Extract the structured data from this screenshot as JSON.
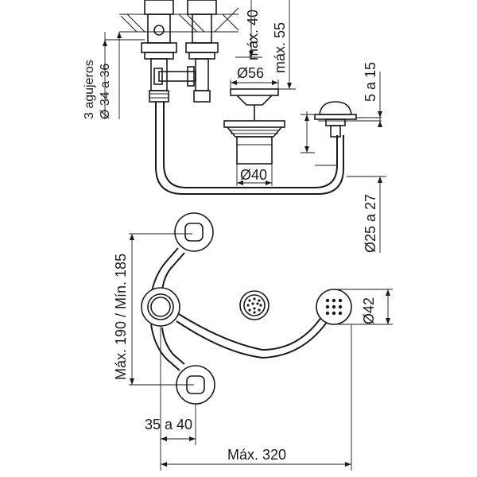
{
  "labels": {
    "holes_title": "3 agujeros",
    "holes_diameter": "Ø 34 a 36",
    "max_40": "máx. 40",
    "max_55": "máx. 55",
    "d56": "Ø56",
    "d40": "Ø40",
    "range_5_15": "5 a 15",
    "d25_27": "Ø25 a 27",
    "max190_min185": "Máx. 190 / Mín. 185",
    "d42": "Ø42",
    "range_35_40": "35 a 40",
    "max320": "Máx. 320"
  }
}
